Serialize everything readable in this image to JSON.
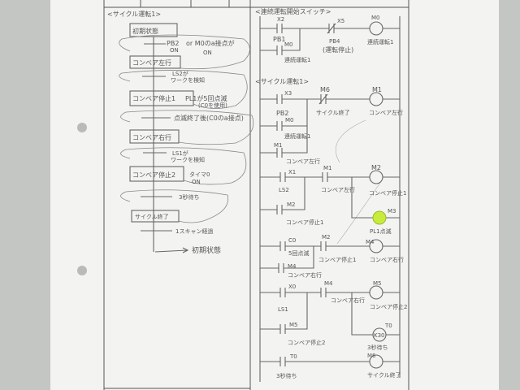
{
  "colors": {
    "paper": "#f4f5f3",
    "ink": "#555555",
    "lamp": "#c8ec3c"
  },
  "sfc": {
    "title": "<サイクル運転1>",
    "steps": [
      "初期状態",
      "コンベア左行",
      "コンベア停止1",
      "コンベア右行",
      "コンベア停止2",
      "サイクル終了"
    ],
    "transitions": [
      {
        "l1": "PB2",
        "l2": "ON",
        "extra1": "or M0のa接点が",
        "extra2": "ON"
      },
      {
        "l1": "LS2が",
        "l2": "ワークを検知"
      },
      {
        "l1": "PL1が5回点滅",
        "l2": "(C0を使用)"
      },
      {
        "l1": "点滅終了後(C0のa接点)"
      },
      {
        "l1": "LS1が",
        "l2": "ワークを検知"
      },
      {
        "l1": "タイマ0",
        "l2": "ON"
      },
      {
        "l1": "3秒待ち"
      },
      {
        "l1": "1スキャン経過"
      }
    ],
    "return_to": "初期状態"
  },
  "ladder": {
    "section1": "<連続運転開始スイッチ>",
    "section2": "<サイクル運転1>",
    "r1": {
      "c1": "X2",
      "c1l": "PB1",
      "c2": "X5",
      "c2l": "PB4",
      "c2l2": "(運転停止)",
      "coil": "M0",
      "coill": "連続運転1",
      "b1": "M0",
      "b1l": "連続運転1"
    },
    "r2": {
      "c1": "X3",
      "c1l": "PB2",
      "c2": "M6",
      "c2l": "サイクル終了",
      "coil": "M1",
      "coill": "コンベア左行",
      "b1": "M0",
      "b1l": "連続運転1",
      "b2": "M1",
      "b2l": "コンベア左行"
    },
    "r3": {
      "c1": "X1",
      "c1l": "LS2",
      "c2": "M1",
      "c2l": "コンベア左行",
      "coil": "M2",
      "coill": "コンベア停止1",
      "lamp": "M3",
      "lampl": "PL1点滅",
      "b1": "M2",
      "b1l": "コンベア停止1"
    },
    "r4": {
      "c1": "C0",
      "c1l": "5回点滅",
      "c2": "M2",
      "c2l": "コンベア停止1",
      "coil": "M4",
      "coill": "コンベア右行",
      "b1": "M4",
      "b1l": "コンベア右行"
    },
    "r5": {
      "c1": "X0",
      "c1l": "LS1",
      "c2": "M4",
      "c2l": "コンベア右行",
      "coil": "M5",
      "coill": "コンベア停止2",
      "timer": "K30",
      "timern": "T0",
      "timerl": "3秒待ち",
      "b1": "M5",
      "b1l": "コンベア停止2"
    },
    "r6": {
      "c1": "T0",
      "c1l": "3秒待ち",
      "coil": "M6",
      "coill": "サイクル終了"
    }
  }
}
